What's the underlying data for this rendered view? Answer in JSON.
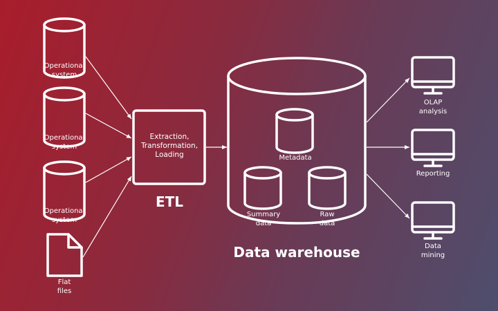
{
  "diagram": {
    "colors": {
      "background_start": "#a91d2b",
      "background_end": "#4e4e6d",
      "stroke": "#ffffff"
    },
    "sources": [
      {
        "icon": "database-icon",
        "label": "Operational\nsystem"
      },
      {
        "icon": "database-icon",
        "label": "Operational\nsystem"
      },
      {
        "icon": "database-icon",
        "label": "Operational\nsystem"
      },
      {
        "icon": "file-icon",
        "label": "Flat\nfiles"
      }
    ],
    "etl": {
      "inner_label": "Extraction,\nTransformation,\nLoading",
      "title": "ETL"
    },
    "warehouse": {
      "title": "Data warehouse",
      "components": [
        {
          "icon": "database-icon",
          "label": "Metadata"
        },
        {
          "icon": "database-icon",
          "label": "Summary\ndata"
        },
        {
          "icon": "database-icon",
          "label": "Raw\ndata"
        }
      ]
    },
    "outputs": [
      {
        "icon": "monitor-icon",
        "label": "OLAP\nanalysis"
      },
      {
        "icon": "monitor-icon",
        "label": "Reporting"
      },
      {
        "icon": "monitor-icon",
        "label": "Data\nmining"
      }
    ]
  }
}
